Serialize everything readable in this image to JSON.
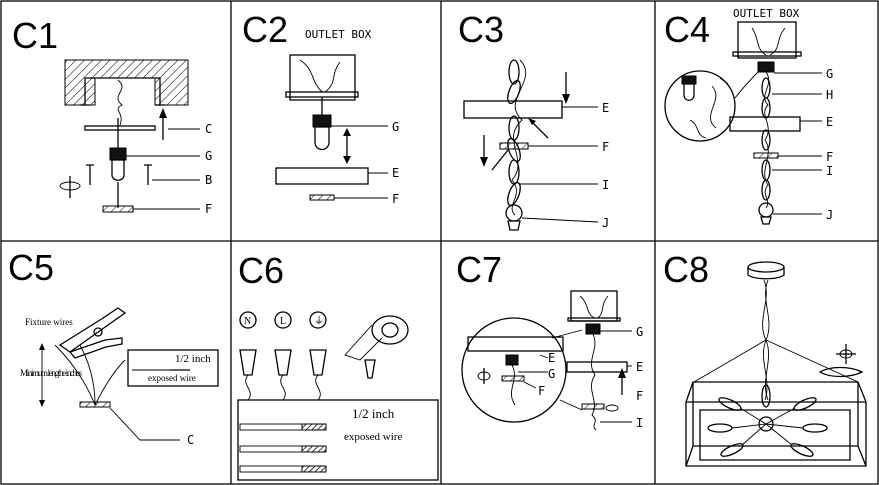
{
  "steps": [
    {
      "id": "C1",
      "callouts": [
        "C",
        "G",
        "B",
        "F"
      ]
    },
    {
      "id": "C2",
      "title": "OUTLET BOX",
      "callouts": [
        "G",
        "E",
        "F"
      ]
    },
    {
      "id": "C3",
      "callouts": [
        "E",
        "F",
        "I",
        "J"
      ]
    },
    {
      "id": "C4",
      "title": "OUTLET BOX",
      "callouts": [
        "G",
        "H",
        "E",
        "F",
        "I",
        "J"
      ]
    },
    {
      "id": "C5",
      "text": {
        "fixture_wires": "Fixture wires",
        "min_length": "Minimum lengthe inches",
        "half_inch": "1/2 inch",
        "exposed_wire": "exposed wire"
      },
      "callouts": [
        "C"
      ]
    },
    {
      "id": "C6",
      "symbols": [
        "N",
        "L",
        "⏚"
      ],
      "text": {
        "half_inch": "1/2 inch",
        "exposed_wire": "exposed wire"
      }
    },
    {
      "id": "C7",
      "callouts": [
        "G",
        "E",
        "G",
        "F",
        "E",
        "F",
        "I"
      ]
    },
    {
      "id": "C8"
    }
  ]
}
